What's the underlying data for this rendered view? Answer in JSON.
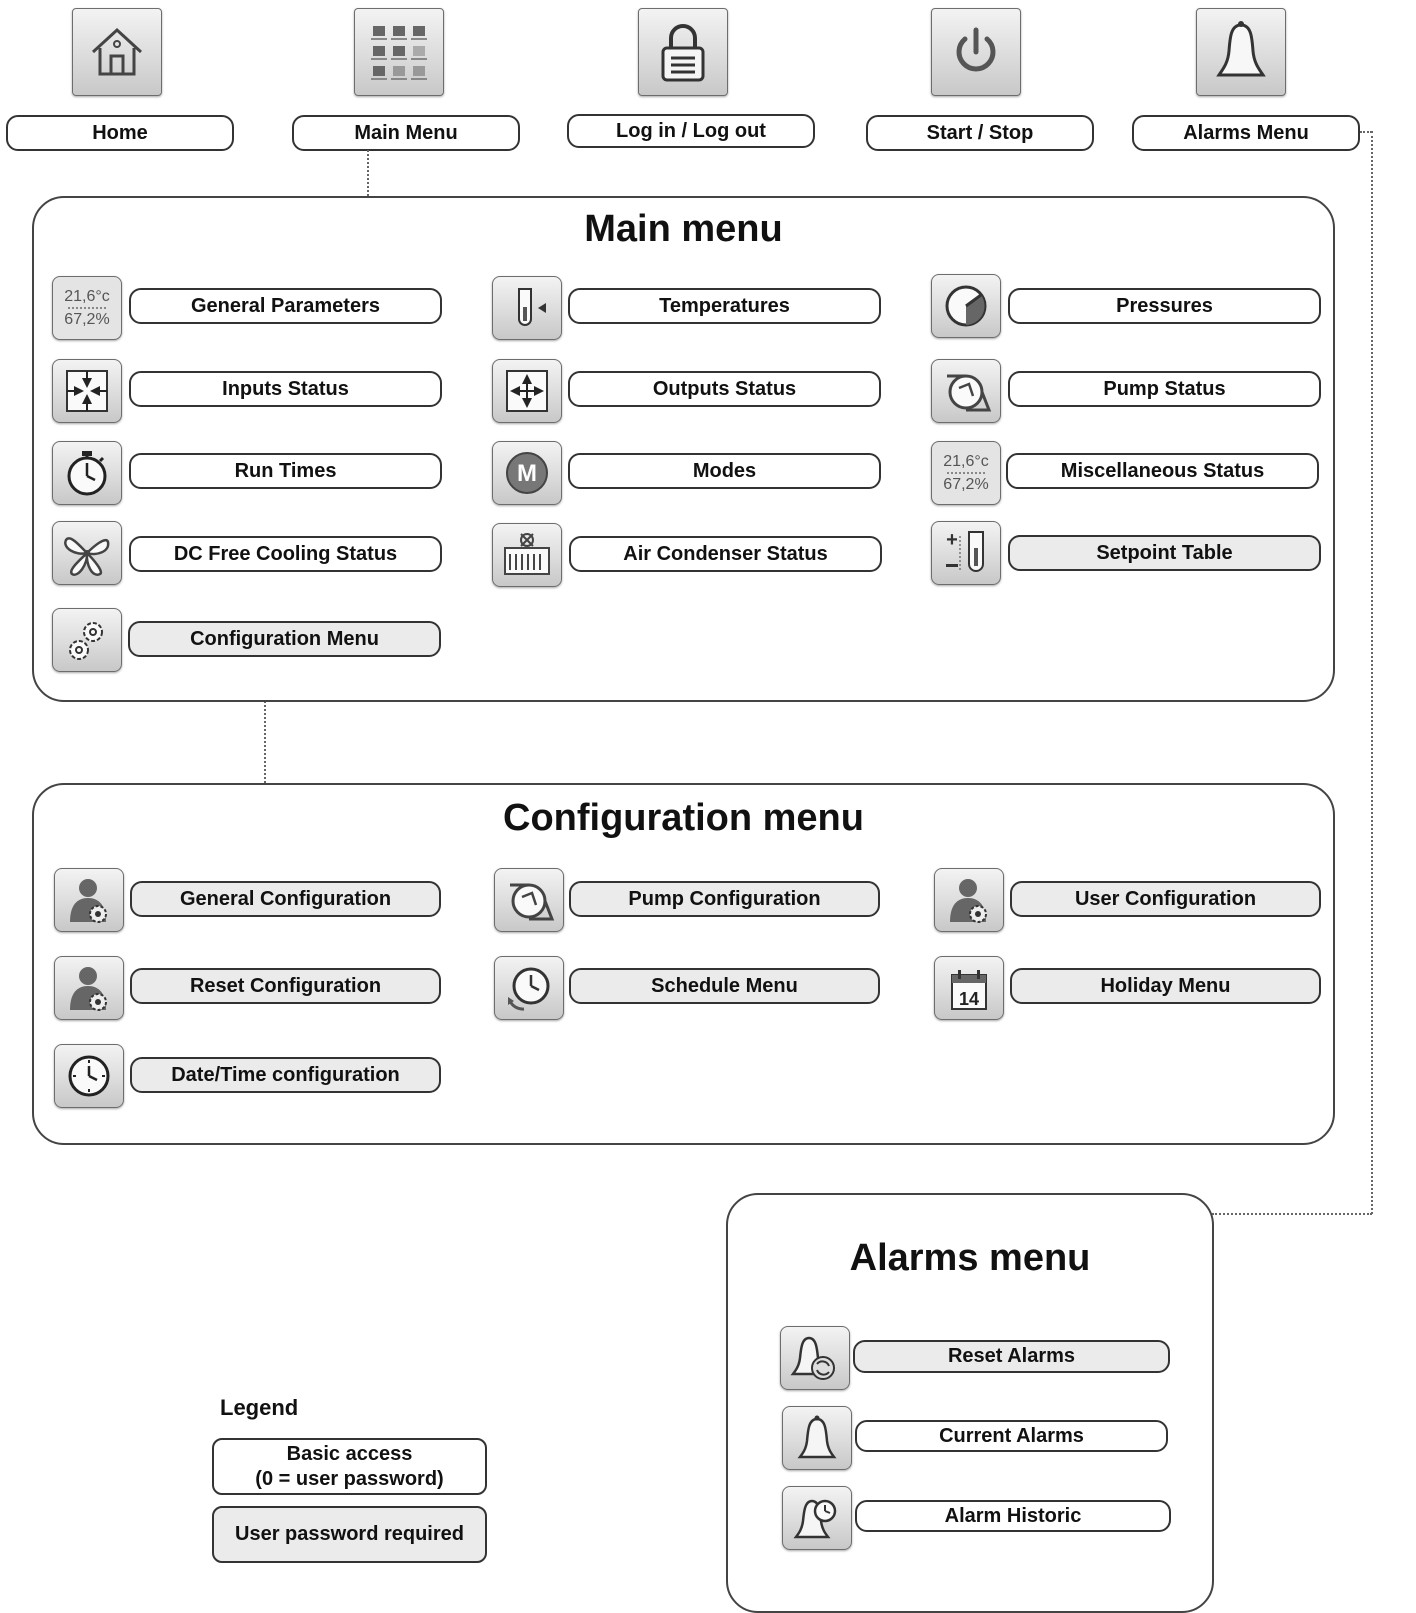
{
  "top_nav": [
    {
      "label": "Home",
      "icon": "home-icon"
    },
    {
      "label": "Main Menu",
      "icon": "menu-grid-icon"
    },
    {
      "label": "Log in / Log out",
      "icon": "lock-icon"
    },
    {
      "label": "Start / Stop",
      "icon": "power-icon"
    },
    {
      "label": "Alarms Menu",
      "icon": "bell-icon"
    }
  ],
  "main_menu": {
    "title": "Main menu",
    "items": [
      {
        "label": "General Parameters",
        "icon": "parameters-readout-icon",
        "access": "basic",
        "readout_top": "21,6°c",
        "readout_bottom": "67,2%"
      },
      {
        "label": "Temperatures",
        "icon": "thermometer-icon",
        "access": "basic"
      },
      {
        "label": "Pressures",
        "icon": "pressure-gauge-icon",
        "access": "basic"
      },
      {
        "label": "Inputs Status",
        "icon": "inputs-arrows-icon",
        "access": "basic"
      },
      {
        "label": "Outputs Status",
        "icon": "outputs-arrows-icon",
        "access": "basic"
      },
      {
        "label": "Pump Status",
        "icon": "pump-icon",
        "access": "basic"
      },
      {
        "label": "Run Times",
        "icon": "stopwatch-icon",
        "access": "basic"
      },
      {
        "label": "Modes",
        "icon": "modes-m-icon",
        "access": "basic"
      },
      {
        "label": "Miscellaneous Status",
        "icon": "misc-readout-icon",
        "access": "basic",
        "readout_top": "21,6°c",
        "readout_bottom": "67,2%"
      },
      {
        "label": "DC Free Cooling Status",
        "icon": "fan-icon",
        "access": "basic"
      },
      {
        "label": "Air Condenser Status",
        "icon": "air-condenser-icon",
        "access": "basic"
      },
      {
        "label": "Setpoint Table",
        "icon": "setpoint-thermometer-icon",
        "access": "user"
      },
      {
        "label": "Configuration Menu",
        "icon": "gears-icon",
        "access": "user"
      }
    ]
  },
  "config_menu": {
    "title": "Configuration menu",
    "items": [
      {
        "label": "General Configuration",
        "icon": "user-gear-icon",
        "access": "user"
      },
      {
        "label": "Pump Configuration",
        "icon": "pump-icon",
        "access": "user"
      },
      {
        "label": "User Configuration",
        "icon": "user-gear-icon",
        "access": "user"
      },
      {
        "label": "Reset Configuration",
        "icon": "user-gear-icon",
        "access": "user"
      },
      {
        "label": "Schedule Menu",
        "icon": "schedule-clock-icon",
        "access": "user"
      },
      {
        "label": "Holiday Menu",
        "icon": "calendar-icon",
        "access": "user",
        "calendar_day": "14"
      },
      {
        "label": "Date/Time configuration",
        "icon": "clock-icon",
        "access": "user"
      }
    ]
  },
  "alarms_menu": {
    "title": "Alarms menu",
    "items": [
      {
        "label": "Reset Alarms",
        "icon": "reset-alarm-bell-icon",
        "access": "user"
      },
      {
        "label": "Current Alarms",
        "icon": "bell-icon",
        "access": "basic"
      },
      {
        "label": "Alarm Historic",
        "icon": "alarm-history-icon",
        "access": "basic"
      }
    ]
  },
  "legend": {
    "title": "Legend",
    "basic_line1": "Basic access",
    "basic_line2": "(0 = user password)",
    "user": "User password required",
    "colors": {
      "basic": "#ffffff",
      "user": "#ebebeb"
    }
  }
}
